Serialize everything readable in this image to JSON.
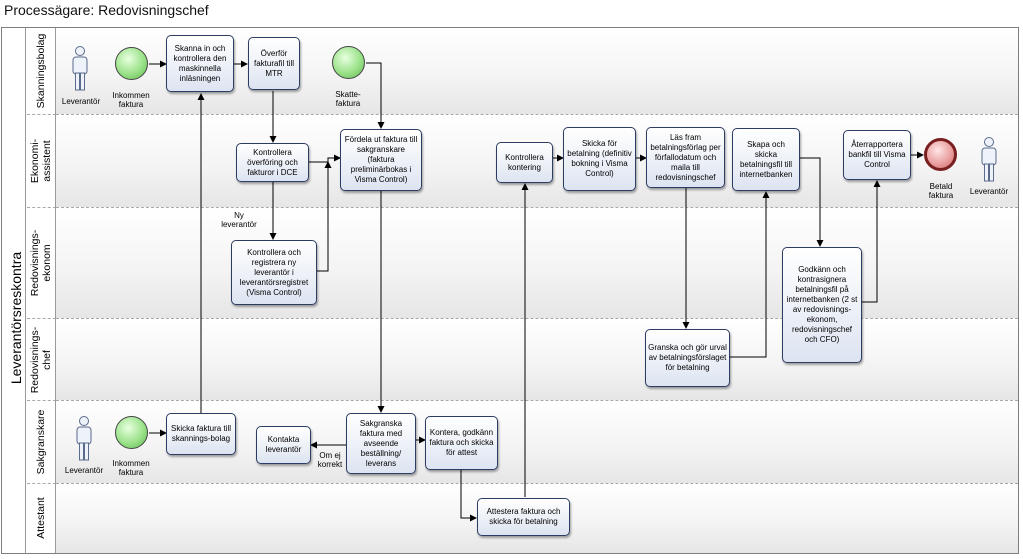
{
  "title": "Processägare: Redovisningschef",
  "pool": "Leverantörsreskontra",
  "lanes": [
    {
      "id": "skanning",
      "label": "Skanningsbolag"
    },
    {
      "id": "ekonomi",
      "label": "Ekonomi-\nassistent"
    },
    {
      "id": "redovisningsekonom",
      "label": "Redovisnings-\nekonom"
    },
    {
      "id": "redovisningschef",
      "label": "Redovisnings-\nchef"
    },
    {
      "id": "sakgranskare",
      "label": "Sakgranskare"
    },
    {
      "id": "attestant",
      "label": "Attestant"
    }
  ],
  "actors": {
    "a1": "Leverantör",
    "a2": "Leverantör",
    "a3": "Leverantör"
  },
  "events": {
    "start1": "Inkommen faktura",
    "start2": "Skatte-\nfaktura",
    "start3": "Inkommen faktura",
    "end1": "Betald faktura"
  },
  "tasks": {
    "t_skanna": "Skanna in och kontrollera den maskinnella inläsningen",
    "t_overfor": "Överför fakturafil till MTR",
    "t_kontrollera_dce": "Kontrollera överföring och fakturor i DCE",
    "t_fordela": "Fördela ut faktura till sakgranskare (faktura preliminärbokas i Visma Control)",
    "t_kontering": "Kontrollera kontering",
    "t_skicka_betalning": "Skicka för betalning (definitiv bokning i Visma Control)",
    "t_las_fram": "Läs fram betalningsförlag per förfallodatum och maila till redovisningschef",
    "t_skapa": "Skapa och skicka betalningsfil till internetbanken",
    "t_aterrapportera": "Återrapportera bankfil till Visma Control",
    "t_registrera": "Kontrollera och registrera ny leverantör i leverantörsregistret (Visma Control)",
    "t_godkann": "Godkänn och kontrasignera betalningsfil på internetbanken (2 st av redovisnings-ekonom, redovisningschef och CFO)",
    "t_granska": "Granska och gör urval av betalningsförslaget för betalning",
    "t_skicka_skanning": "Skicka faktura till skannings-bolag",
    "t_kontakta": "Kontakta leverantör",
    "t_sakgranska": "Sakgranska faktura med avseende beställning/ leverans",
    "t_kontera": "Kontera, godkänn faktura och skicka för attest",
    "t_attestera": "Attestera faktura och skicka för betalning"
  },
  "notes": {
    "ny_leverantor": "Ny leverantör",
    "om_ej_korrekt": "Om ej korrekt"
  },
  "colors": {
    "task_border": "#2d3c63",
    "start_fill": "#9be28a",
    "end_fill": "#e89a9a",
    "arrow": "#000000"
  }
}
